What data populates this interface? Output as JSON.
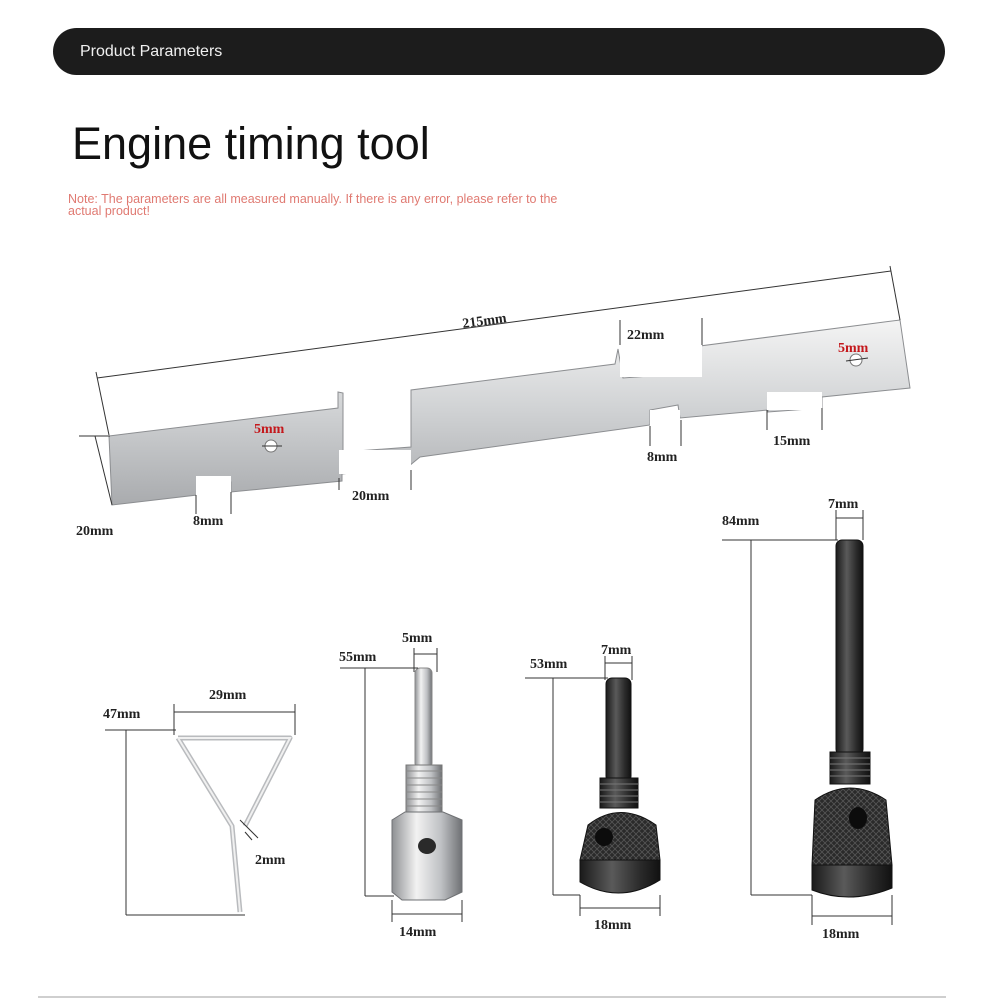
{
  "header": {
    "label": "Product Parameters"
  },
  "title": "Engine timing tool",
  "note": "Note: The parameters are all measured manually. If there is any error, please refer to the actual product!",
  "colors": {
    "header_bg": "#1c1c1c",
    "note": "#e07a72",
    "dimension_red": "#c4181c",
    "pin_dark": "#2b2b2b"
  },
  "plate": {
    "length": "215mm",
    "width": "20mm",
    "hole_left": "5mm",
    "hole_right": "5mm",
    "notch_left_small": "8mm",
    "notch_left_wide": "20mm",
    "notch_right_small": "8mm",
    "notch_right_top": "22mm",
    "notch_right_wide": "15mm"
  },
  "t_handle": {
    "height": "47mm",
    "width": "29mm",
    "wire": "2mm"
  },
  "pin_silver": {
    "height": "55mm",
    "tip": "5mm",
    "base": "14mm"
  },
  "pin_short": {
    "height": "53mm",
    "tip": "7mm",
    "base": "18mm"
  },
  "pin_long": {
    "height": "84mm",
    "tip": "7mm",
    "base": "18mm"
  }
}
